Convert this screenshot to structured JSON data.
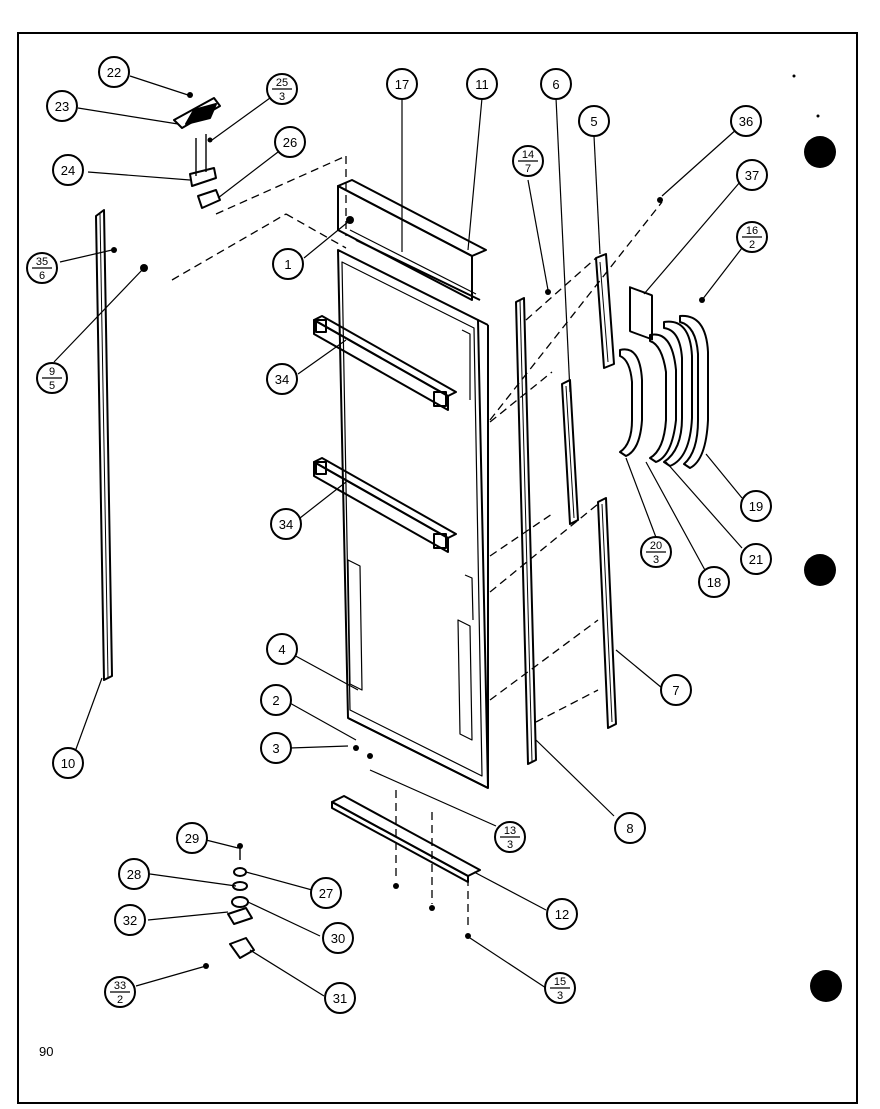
{
  "page_number": "90",
  "callouts": [
    {
      "id": "c22",
      "text": "22"
    },
    {
      "id": "c25",
      "num": "25",
      "den": "3"
    },
    {
      "id": "c23",
      "text": "23"
    },
    {
      "id": "c26",
      "text": "26"
    },
    {
      "id": "c24",
      "text": "24"
    },
    {
      "id": "c35",
      "num": "35",
      "den": "6"
    },
    {
      "id": "c9",
      "num": "9",
      "den": "5"
    },
    {
      "id": "c17",
      "text": "17"
    },
    {
      "id": "c11",
      "text": "11"
    },
    {
      "id": "c6",
      "text": "6"
    },
    {
      "id": "c5",
      "text": "5"
    },
    {
      "id": "c36",
      "text": "36"
    },
    {
      "id": "c14",
      "num": "14",
      "den": "7"
    },
    {
      "id": "c37",
      "text": "37"
    },
    {
      "id": "c16",
      "num": "16",
      "den": "2"
    },
    {
      "id": "c1",
      "text": "1"
    },
    {
      "id": "c34a",
      "text": "34"
    },
    {
      "id": "c34b",
      "text": "34"
    },
    {
      "id": "c19",
      "text": "19"
    },
    {
      "id": "c20",
      "num": "20",
      "den": "3"
    },
    {
      "id": "c21",
      "text": "21"
    },
    {
      "id": "c18",
      "text": "18"
    },
    {
      "id": "c7",
      "text": "7"
    },
    {
      "id": "c4",
      "text": "4"
    },
    {
      "id": "c2",
      "text": "2"
    },
    {
      "id": "c3",
      "text": "3"
    },
    {
      "id": "c10",
      "text": "10"
    },
    {
      "id": "c13",
      "num": "13",
      "den": "3"
    },
    {
      "id": "c8",
      "text": "8"
    },
    {
      "id": "c29",
      "text": "29"
    },
    {
      "id": "c28",
      "text": "28"
    },
    {
      "id": "c27",
      "text": "27"
    },
    {
      "id": "c32",
      "text": "32"
    },
    {
      "id": "c30",
      "text": "30"
    },
    {
      "id": "c12",
      "text": "12"
    },
    {
      "id": "c33",
      "num": "33",
      "den": "2"
    },
    {
      "id": "c31",
      "text": "31"
    },
    {
      "id": "c15",
      "num": "15",
      "den": "3"
    }
  ]
}
